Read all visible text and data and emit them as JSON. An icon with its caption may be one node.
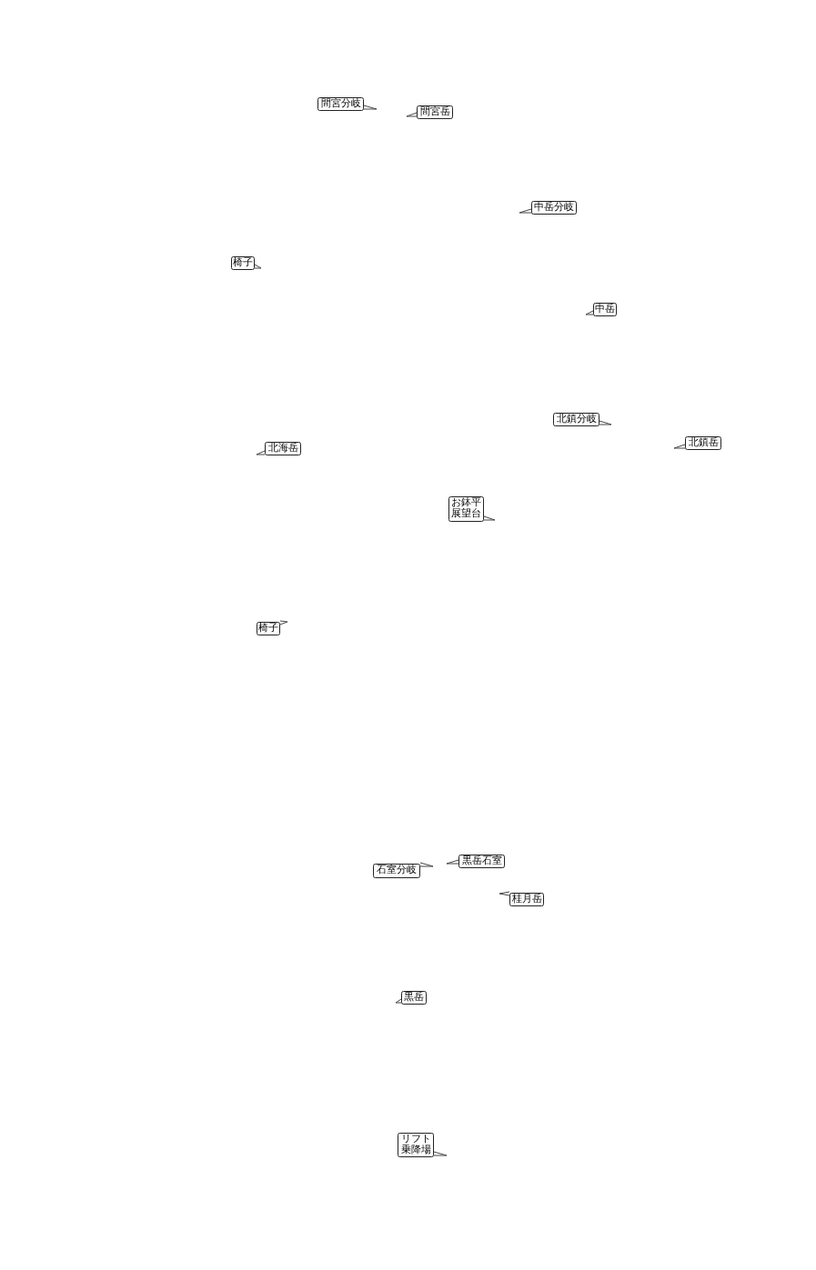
{
  "diagram": {
    "nodes": [
      {
        "text": [
          "間宮分岐"
        ]
      },
      {
        "text": [
          "間宮岳"
        ]
      },
      {
        "text": [
          "中岳分岐"
        ]
      },
      {
        "text": [
          "椅子"
        ]
      },
      {
        "text": [
          "中岳"
        ]
      },
      {
        "text": [
          "北鎮分岐"
        ]
      },
      {
        "text": [
          "北海岳"
        ]
      },
      {
        "text": [
          "北鎮岳"
        ]
      },
      {
        "text": [
          "お鉢平展望台"
        ]
      },
      {
        "text": [
          "椅子"
        ]
      },
      {
        "text": [
          "石室分岐"
        ]
      },
      {
        "text": [
          "黒岳石室"
        ]
      },
      {
        "text": [
          "桂月岳"
        ]
      },
      {
        "text": [
          "黒岳"
        ]
      },
      {
        "text": [
          "リフト乗降場"
        ]
      }
    ]
  }
}
